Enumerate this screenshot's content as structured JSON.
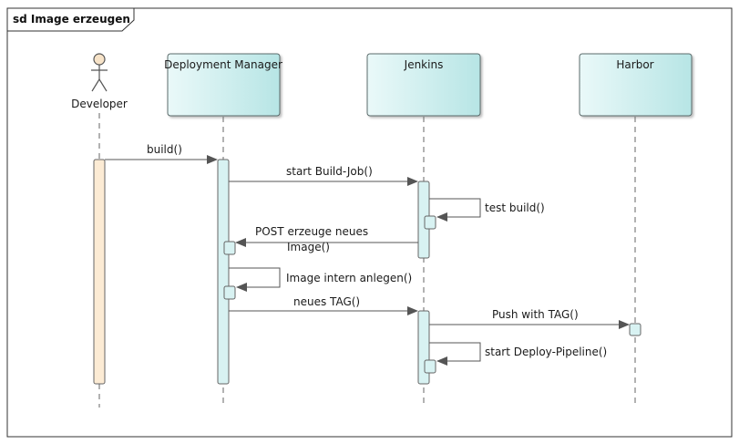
{
  "diagram": {
    "frame_title": "sd Image erzeugen",
    "colors": {
      "frame_border": "#333333",
      "lifeline_fill_start": "#e9f8f8",
      "lifeline_fill_end": "#b9e6e6",
      "lifeline_border": "#5a6a6a",
      "activation_fill": "#d8f2f2",
      "developer_activation_fill": "#fcebd4",
      "actor_head_fill": "#f7e3c8",
      "line": "#555555",
      "text": "#1a1a1a"
    },
    "actor": {
      "label": "Developer",
      "icon": "stick-figure-icon"
    },
    "lifelines": [
      {
        "id": "deployment-manager",
        "label": "Deployment Manager"
      },
      {
        "id": "jenkins",
        "label": "Jenkins"
      },
      {
        "id": "harbor",
        "label": "Harbor"
      }
    ],
    "messages": [
      {
        "id": "build",
        "label": "build()"
      },
      {
        "id": "start-build-job",
        "label": "start Build-Job()"
      },
      {
        "id": "test-build",
        "label": "test build()"
      },
      {
        "id": "post-erzeuge",
        "label_line1": "POST erzeuge neues",
        "label_line2": "Image()"
      },
      {
        "id": "image-intern",
        "label": "Image intern anlegen()"
      },
      {
        "id": "neues-tag",
        "label": "neues TAG()"
      },
      {
        "id": "push-with-tag",
        "label": "Push with TAG()"
      },
      {
        "id": "start-deploy",
        "label": "start Deploy-Pipeline()"
      }
    ]
  }
}
